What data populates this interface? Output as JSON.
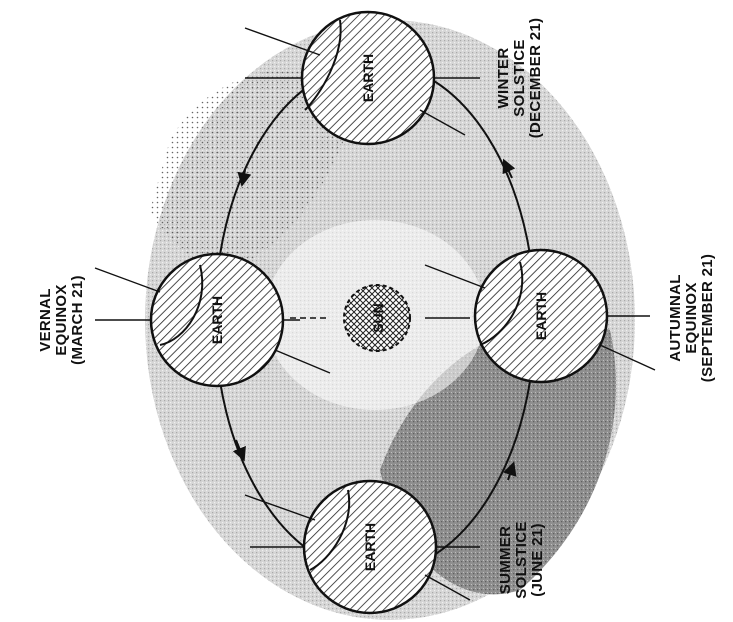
{
  "diagram": {
    "sun_label": "SUN",
    "earth_label": "EARTH",
    "positions": {
      "vernal": {
        "name": "VERNAL",
        "kind": "EQUINOX",
        "date": "(MARCH 21)"
      },
      "summer": {
        "name": "SUMMER",
        "kind": "SOLSTICE",
        "date": "(JUNE 21)"
      },
      "autumnal": {
        "name": "AUTUMNAL",
        "kind": "EQUINOX",
        "date": "(SEPTEMBER 21)"
      },
      "winter": {
        "name": "WINTER",
        "kind": "SOLSTICE",
        "date": "(DECEMBER 21)"
      }
    }
  },
  "colors": {
    "light_shading": "#d4d4d4",
    "dark_shading": "#8a8a8a",
    "outline": "#111111"
  }
}
